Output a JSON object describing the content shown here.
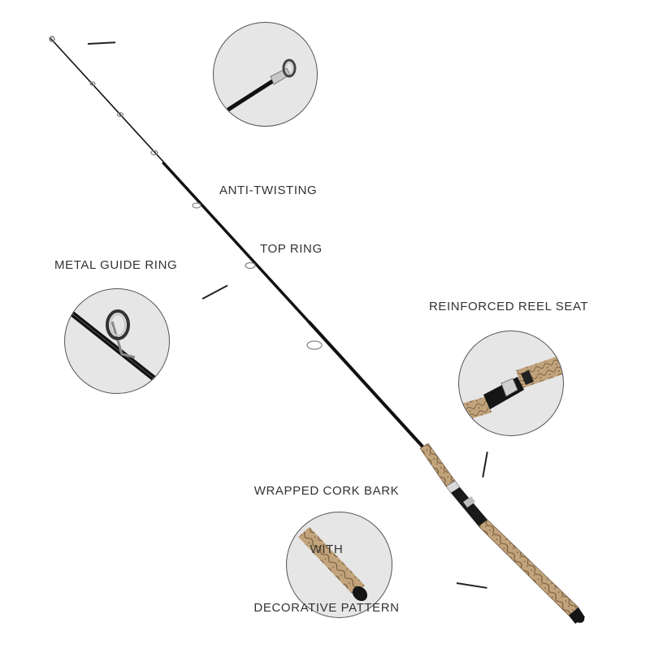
{
  "callouts": {
    "top_ring": {
      "line1": "ANTI-TWISTING",
      "line2": "TOP RING"
    },
    "guide_ring": {
      "text": "METAL GUIDE RING"
    },
    "reel_seat": {
      "text": "REINFORCED REEL SEAT"
    },
    "cork": {
      "line1": "WRAPPED CORK BARK",
      "line2": "WITH",
      "line3": "DECORATIVE PATTERN"
    }
  },
  "colors": {
    "blank": "#111111",
    "cork": "#b89a72",
    "cork_dark": "#6b5438",
    "circle_bg": "#e6e6e6",
    "metal": "#c8c8c8",
    "text": "#333333"
  },
  "icons": [
    "fishing-rod",
    "top-ring-detail",
    "guide-ring-detail",
    "reel-seat-detail",
    "cork-grip-detail"
  ]
}
